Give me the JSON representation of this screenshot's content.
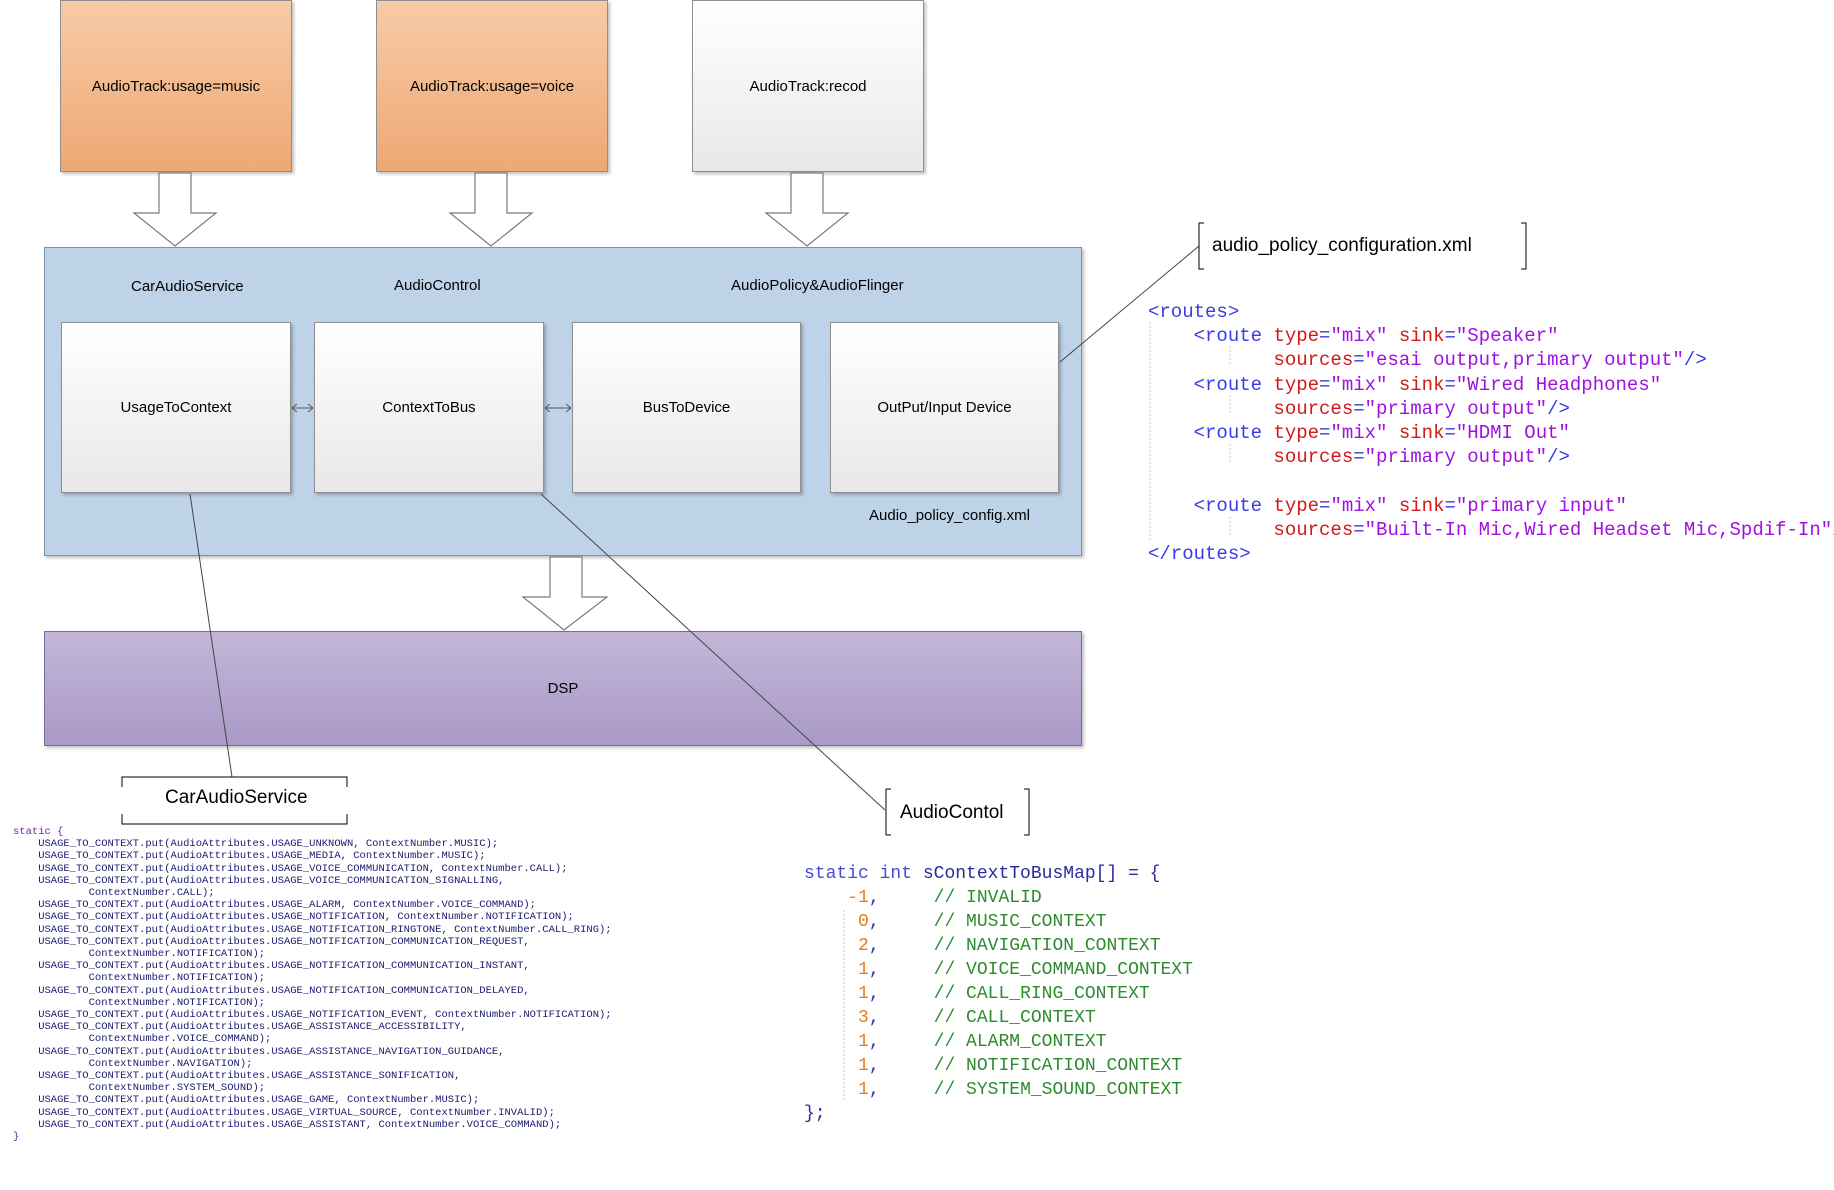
{
  "tracks": {
    "music": "AudioTrack:usage=music",
    "voice": "AudioTrack:usage=voice",
    "record": "AudioTrack:recod"
  },
  "framework": {
    "car_audio_service": "CarAudioService",
    "audio_control": "AudioControl",
    "audio_policy_flinger": "AudioPolicy&AudioFlinger",
    "config_file": "Audio_policy_config.xml",
    "blocks": {
      "usage_to_context": "UsageToContext",
      "context_to_bus": "ContextToBus",
      "bus_to_device": "BusToDevice",
      "output_input_device": "OutPut/Input Device"
    }
  },
  "dsp": "DSP",
  "callouts": {
    "xml_file": "audio_policy_configuration.xml",
    "car_audio_service": "CarAudioService",
    "audio_control": "AudioContol"
  },
  "xml_routes": [
    {
      "kind": "open",
      "tag": "<routes>"
    },
    {
      "kind": "route",
      "open": "<route ",
      "type_attr": "type",
      "type_val": "\"mix\"",
      "sink_attr": "sink",
      "sink_val": "\"Speaker\""
    },
    {
      "kind": "src",
      "attr": "sources",
      "val": "\"esai output,primary output\"",
      "end": "/>"
    },
    {
      "kind": "route",
      "open": "<route ",
      "type_attr": "type",
      "type_val": "\"mix\"",
      "sink_attr": "sink",
      "sink_val": "\"Wired Headphones\""
    },
    {
      "kind": "src",
      "attr": "sources",
      "val": "\"primary output\"",
      "end": "/>"
    },
    {
      "kind": "route",
      "open": "<route ",
      "type_attr": "type",
      "type_val": "\"mix\"",
      "sink_attr": "sink",
      "sink_val": "\"HDMI Out\""
    },
    {
      "kind": "src",
      "attr": "sources",
      "val": "\"primary output\"",
      "end": "/>"
    },
    {
      "kind": "blank"
    },
    {
      "kind": "route",
      "open": "<route ",
      "type_attr": "type",
      "type_val": "\"mix\"",
      "sink_attr": "sink",
      "sink_val": "\"primary input\""
    },
    {
      "kind": "src",
      "attr": "sources",
      "val": "\"Built-In Mic,Wired Headset Mic,Spdif-In\"",
      "end": "/>"
    },
    {
      "kind": "close",
      "tag": "</routes>"
    }
  ],
  "java_code": {
    "open": "static {",
    "lines": [
      "    USAGE_TO_CONTEXT.put(AudioAttributes.USAGE_UNKNOWN, ContextNumber.MUSIC);",
      "    USAGE_TO_CONTEXT.put(AudioAttributes.USAGE_MEDIA, ContextNumber.MUSIC);",
      "    USAGE_TO_CONTEXT.put(AudioAttributes.USAGE_VOICE_COMMUNICATION, ContextNumber.CALL);",
      "    USAGE_TO_CONTEXT.put(AudioAttributes.USAGE_VOICE_COMMUNICATION_SIGNALLING,",
      "            ContextNumber.CALL);",
      "    USAGE_TO_CONTEXT.put(AudioAttributes.USAGE_ALARM, ContextNumber.VOICE_COMMAND);",
      "    USAGE_TO_CONTEXT.put(AudioAttributes.USAGE_NOTIFICATION, ContextNumber.NOTIFICATION);",
      "    USAGE_TO_CONTEXT.put(AudioAttributes.USAGE_NOTIFICATION_RINGTONE, ContextNumber.CALL_RING);",
      "    USAGE_TO_CONTEXT.put(AudioAttributes.USAGE_NOTIFICATION_COMMUNICATION_REQUEST,",
      "            ContextNumber.NOTIFICATION);",
      "    USAGE_TO_CONTEXT.put(AudioAttributes.USAGE_NOTIFICATION_COMMUNICATION_INSTANT,",
      "            ContextNumber.NOTIFICATION);",
      "    USAGE_TO_CONTEXT.put(AudioAttributes.USAGE_NOTIFICATION_COMMUNICATION_DELAYED,",
      "            ContextNumber.NOTIFICATION);",
      "    USAGE_TO_CONTEXT.put(AudioAttributes.USAGE_NOTIFICATION_EVENT, ContextNumber.NOTIFICATION);",
      "    USAGE_TO_CONTEXT.put(AudioAttributes.USAGE_ASSISTANCE_ACCESSIBILITY,",
      "            ContextNumber.VOICE_COMMAND);",
      "    USAGE_TO_CONTEXT.put(AudioAttributes.USAGE_ASSISTANCE_NAVIGATION_GUIDANCE,",
      "            ContextNumber.NAVIGATION);",
      "    USAGE_TO_CONTEXT.put(AudioAttributes.USAGE_ASSISTANCE_SONIFICATION,",
      "            ContextNumber.SYSTEM_SOUND);",
      "    USAGE_TO_CONTEXT.put(AudioAttributes.USAGE_GAME, ContextNumber.MUSIC);",
      "    USAGE_TO_CONTEXT.put(AudioAttributes.USAGE_VIRTUAL_SOURCE, ContextNumber.INVALID);",
      "    USAGE_TO_CONTEXT.put(AudioAttributes.USAGE_ASSISTANT, ContextNumber.VOICE_COMMAND);"
    ],
    "close": "}"
  },
  "cpp_code": {
    "kw1": "static",
    "kw2": "int",
    "decl": "sContextToBusMap[] = {",
    "entries": [
      {
        "num": "-1",
        "comment": "// INVALID"
      },
      {
        "num": "0",
        "comment": "// MUSIC_CONTEXT"
      },
      {
        "num": "2",
        "comment": "// NAVIGATION_CONTEXT"
      },
      {
        "num": "1",
        "comment": "// VOICE_COMMAND_CONTEXT"
      },
      {
        "num": "1",
        "comment": "// CALL_RING_CONTEXT"
      },
      {
        "num": "3",
        "comment": "// CALL_CONTEXT"
      },
      {
        "num": "1",
        "comment": "// ALARM_CONTEXT"
      },
      {
        "num": "1",
        "comment": "// NOTIFICATION_CONTEXT"
      },
      {
        "num": "1",
        "comment": "// SYSTEM_SOUND_CONTEXT"
      }
    ],
    "close": "};"
  }
}
